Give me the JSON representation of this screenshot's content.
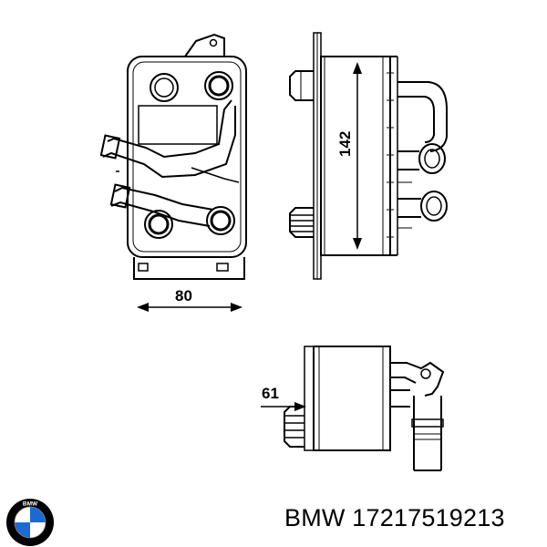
{
  "dimensions": {
    "width": "80",
    "height": "142",
    "depth": "61"
  },
  "caption": {
    "brand": "BMW",
    "part_number": "17217519213"
  },
  "logo": {
    "name": "bmw-roundel-icon",
    "text": "BMW",
    "colors": {
      "ring": "#000000",
      "blue": "#1c69d4",
      "white": "#ffffff"
    }
  },
  "line_color": "#000000"
}
